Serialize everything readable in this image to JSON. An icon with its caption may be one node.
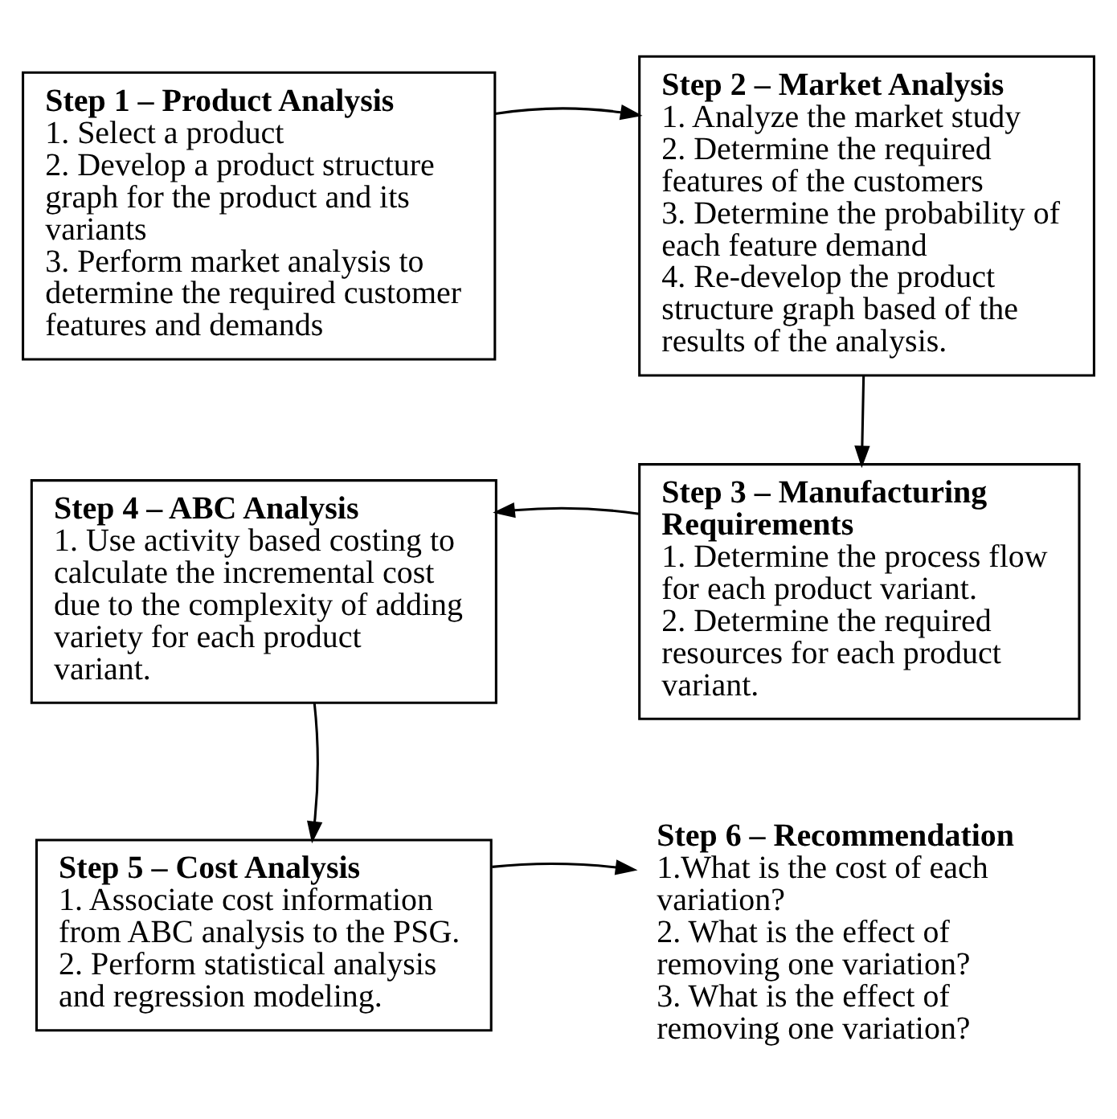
{
  "diagram": {
    "nodes": [
      {
        "text": [
          "Step 1 – Product Analysis",
          "1. Select a product",
          "2. Develop a product structure graph for the product and its variants",
          "3. Perform market analysis to determine the required customer features and demands"
        ]
      },
      {
        "text": [
          "Step 2 – Market Analysis",
          "1. Analyze the market study",
          "2. Determine the required features of the customers",
          "3. Determine the probability of each feature demand",
          "4. Re-develop the product structure graph based of the results of the analysis."
        ]
      },
      {
        "text": [
          "Step 3 – Manufacturing Requirements",
          "1. Determine the process flow for each product variant.",
          "2. Determine the required resources for each product variant."
        ]
      },
      {
        "text": [
          "Step 4 – ABC Analysis",
          "1. Use activity based costing to calculate the incremental cost due to the complexity of adding variety for each product variant."
        ]
      },
      {
        "text": [
          "Step 5 – Cost Analysis",
          "1. Associate cost information from ABC analysis to the PSG.",
          "2. Perform statistical analysis and regression modeling."
        ]
      },
      {
        "text": [
          "Step 6 – Recommendation",
          "1.What is the cost of each variation?",
          "2. What is the effect of removing one variation?",
          "3. What is the effect of removing one variation?"
        ]
      }
    ],
    "edges": [
      {
        "from": 0,
        "to": 1,
        "arrow": "to"
      },
      {
        "from": 1,
        "to": 2,
        "arrow": "to"
      },
      {
        "from": 2,
        "to": 3,
        "arrow": "to"
      },
      {
        "from": 3,
        "to": 4,
        "arrow": "to"
      },
      {
        "from": 4,
        "to": 5,
        "arrow": "to"
      }
    ]
  }
}
